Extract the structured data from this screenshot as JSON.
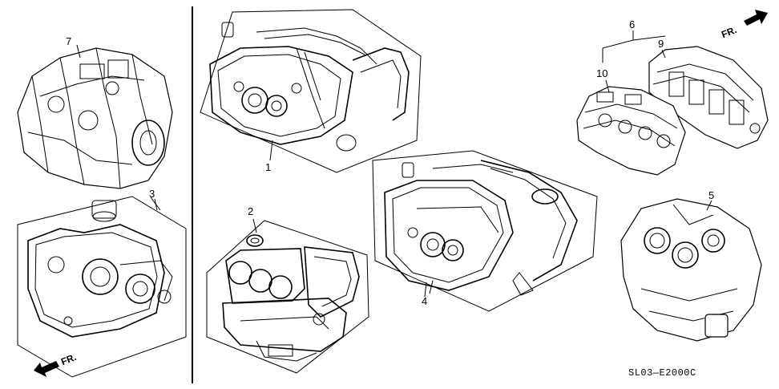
{
  "callouts": {
    "c1": "1",
    "c2": "2",
    "c3": "3",
    "c4": "4",
    "c5": "5",
    "c6": "6",
    "c7": "7",
    "c9": "9",
    "c10": "10"
  },
  "orientation": {
    "top_right": "FR.",
    "bottom_left": "FR."
  },
  "diagram_code": "SL03—E2000C"
}
